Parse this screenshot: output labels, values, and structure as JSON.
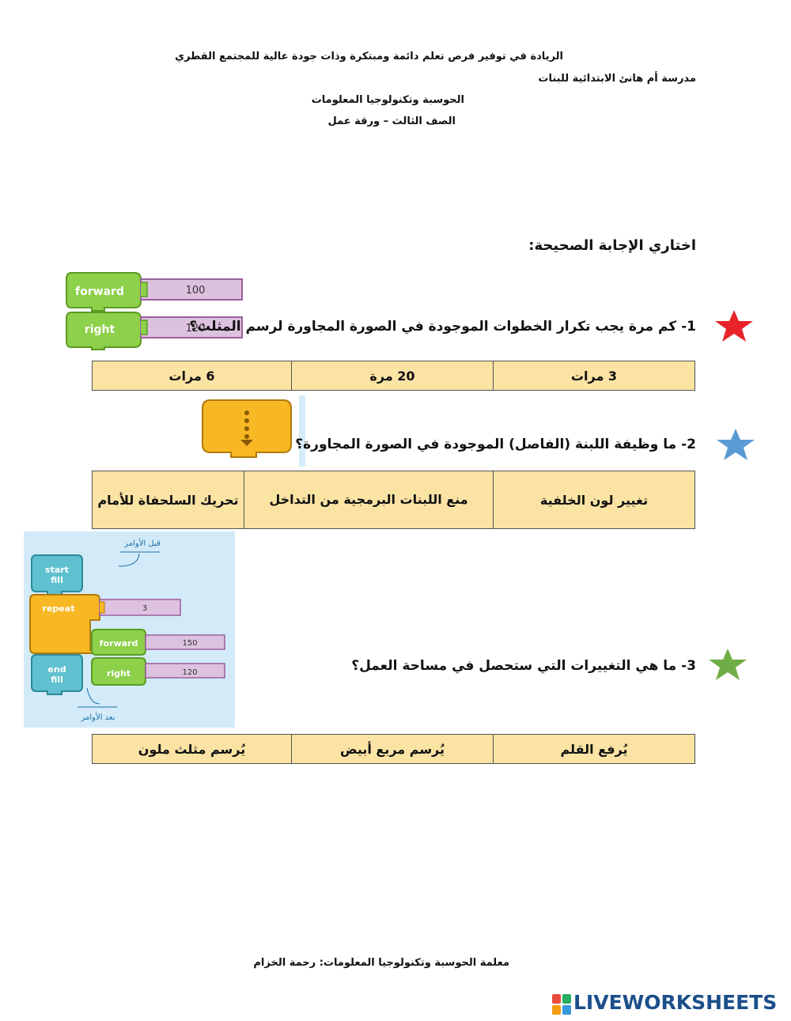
{
  "header": {
    "vision": "الريادة في توفير فرص تعلم دائمة ومبتكرة وذات جودة عالية للمجتمع القطري",
    "school": "مدرسة أم هانئ الابتدائية للبنات",
    "subject": "الحوسبة وتكنولوجيا المعلومات",
    "grade": "الصف الثالث – ورقة عمل"
  },
  "instructions": "اختاري الإجابة الصحيحة:",
  "questions": [
    {
      "text": "1- كم مرة يجب تكرار الخطوات الموجودة في الصورة المجاورة لرسم المثلث؟",
      "star_color": "#e8232a",
      "options": [
        "3 مرات",
        "20 مرة",
        "6 مرات"
      ],
      "blocks": [
        {
          "command": "forward",
          "value": "100"
        },
        {
          "command": "right",
          "value": "120"
        }
      ]
    },
    {
      "text": "2- ما وظيفة اللبنة (الفاصل) الموجودة في الصورة المجاورة؟",
      "star_color": "#5b9bd5",
      "options": [
        "تغيير لون الخلفية",
        "منع اللبنات البرمجية من التداخل",
        "تحريك السلحفاة للأمام"
      ]
    },
    {
      "text": "3- ما هي التغييرات التي ستحصل في مساحة العمل؟",
      "star_color": "#70ad47",
      "options": [
        "يُرفع القلم",
        "يُرسم مربع أبيض",
        "يُرسم مثلث ملون"
      ],
      "diagram": {
        "before_label": "قبل الأوامر",
        "after_label": "بعد الأوامر",
        "start_fill": [
          "start",
          "fill"
        ],
        "end_fill": [
          "end",
          "fill"
        ],
        "repeat": {
          "command": "repeat",
          "value": "3"
        },
        "forward": {
          "command": "forward",
          "value": "150"
        },
        "right": {
          "command": "right",
          "value": "120"
        }
      }
    }
  ],
  "footer": "معلمة الحوسبة وتكنولوجيا المعلومات: رحمة الخزام",
  "brand": {
    "name": "LIVEWORKSHEETS",
    "colors": [
      "#e84c3d",
      "#f39c12",
      "#27ae60",
      "#3498db"
    ]
  }
}
